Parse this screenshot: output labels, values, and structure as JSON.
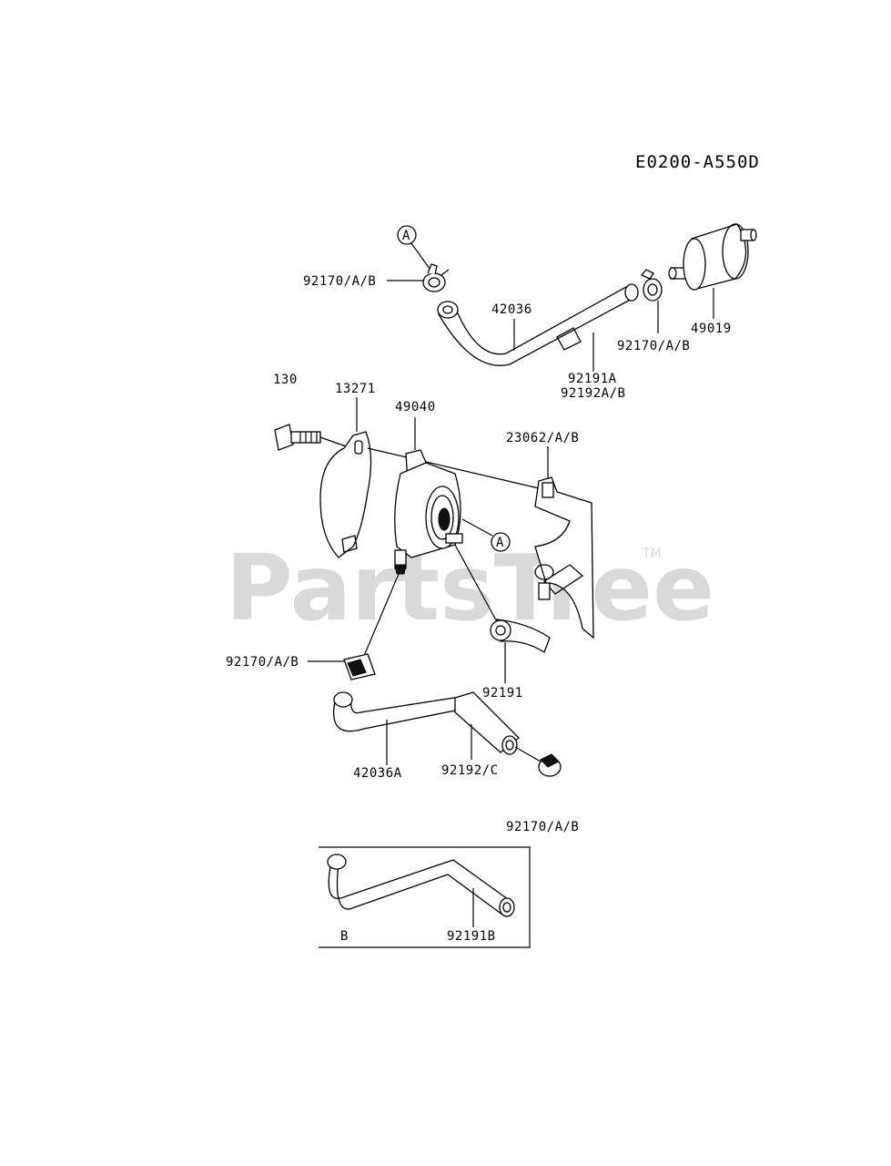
{
  "diagram_code": "E0200-A550D",
  "watermark": {
    "text": "PartsTree",
    "trademark": "TM"
  },
  "callout_marker": "A",
  "labels": {
    "clamp_top": "92170/A/B",
    "hose_42036": "42036",
    "clamp_filter": "92170/A/B",
    "filter_49019": "49019",
    "hose_92191A": "92191A",
    "hose_92192AB": "92192A/B",
    "ref_130": "130",
    "gasket_13271": "13271",
    "pump_49040": "49040",
    "bracket_23062": "23062/A/B",
    "clamp_mid": "92170/A/B",
    "hose_92191": "92191",
    "hose_42036A": "42036A",
    "hose_92192C": "92192/C",
    "clamp_inset": "92170/A/B",
    "inset_B": "B",
    "hose_92191B": "92191B"
  }
}
